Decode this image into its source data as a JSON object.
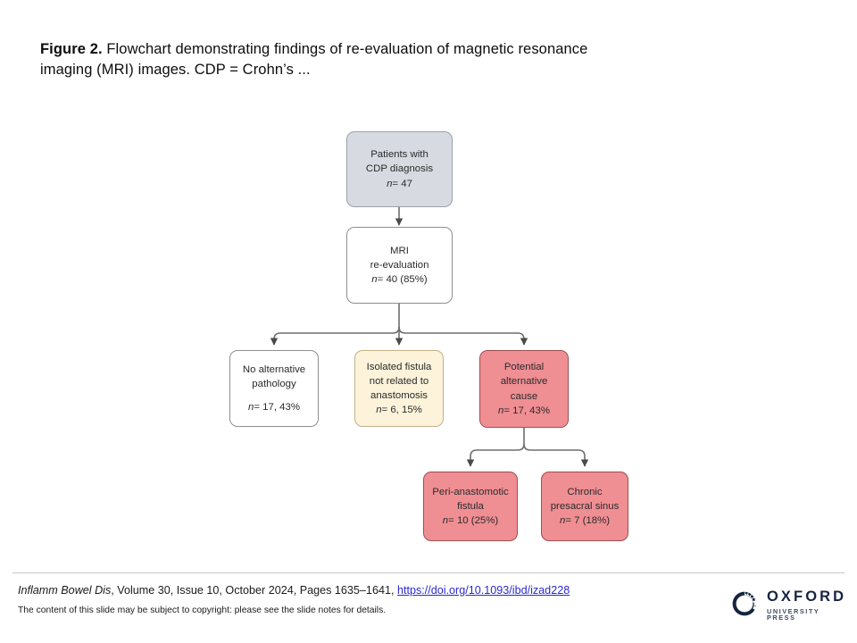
{
  "caption": {
    "label": "Figure 2.",
    "text": " Flowchart demonstrating findings of re-evaluation of magnetic resonance imaging (MRI) images. CDP = Crohn’s ..."
  },
  "chart_data": {
    "type": "diagram",
    "title": "Flowchart demonstrating findings of re-evaluation of magnetic resonance imaging (MRI) images",
    "nodes": [
      {
        "id": "cdp",
        "lines": [
          "Patients with",
          "CDP diagnosis"
        ],
        "value": "n= 47",
        "n": 47,
        "percent": null,
        "fill": "#d7dae1",
        "border": "#9aa1ab",
        "level": 0
      },
      {
        "id": "mri",
        "lines": [
          "MRI",
          "re-evaluation"
        ],
        "value": "n= 40 (85%)",
        "n": 40,
        "percent": 85,
        "fill": "#ffffff",
        "border": "#8f8f8f",
        "level": 1
      },
      {
        "id": "no-alt-pathology",
        "lines": [
          "No alternative",
          "pathology"
        ],
        "value": "n= 17, 43%",
        "n": 17,
        "percent": 43,
        "fill": "#ffffff",
        "border": "#8f8f8f",
        "level": 2
      },
      {
        "id": "isolated-fistula",
        "lines": [
          "Isolated fistula",
          "not related to",
          "anastomosis"
        ],
        "value": "n= 6, 15%",
        "n": 6,
        "percent": 15,
        "fill": "#fcf3da",
        "border": "#c2b089",
        "level": 2
      },
      {
        "id": "potential-alternative-cause",
        "lines": [
          "Potential",
          "alternative",
          "cause"
        ],
        "value": "n= 17, 43%",
        "n": 17,
        "percent": 43,
        "fill": "#ef8e93",
        "border": "#9c4f53",
        "level": 2
      },
      {
        "id": "peri-anastomotic-fistula",
        "lines": [
          "Peri-anastomotic",
          "fistula"
        ],
        "value": "n= 10 (25%)",
        "n": 10,
        "percent": 25,
        "fill": "#ef8e93",
        "border": "#9c4f53",
        "level": 3
      },
      {
        "id": "chronic-presacral-sinus",
        "lines": [
          "Chronic",
          "presacral sinus"
        ],
        "value": "n= 7 (18%)",
        "n": 7,
        "percent": 18,
        "fill": "#ef8e93",
        "border": "#9c4f53",
        "level": 3
      }
    ],
    "edges": [
      {
        "from": "cdp",
        "to": "mri"
      },
      {
        "from": "mri",
        "to": "no-alt-pathology"
      },
      {
        "from": "mri",
        "to": "isolated-fistula"
      },
      {
        "from": "mri",
        "to": "potential-alternative-cause"
      },
      {
        "from": "potential-alternative-cause",
        "to": "peri-anastomotic-fistula"
      },
      {
        "from": "potential-alternative-cause",
        "to": "chronic-presacral-sinus"
      }
    ]
  },
  "nodes": {
    "cdp": {
      "line1": "Patients with",
      "line2": "CDP diagnosis",
      "value_prefix": "n",
      "value": "= 47"
    },
    "mri": {
      "line1": "MRI",
      "line2": "re-evaluation",
      "value_prefix": "n",
      "value": "= 40 (85%)"
    },
    "no_alt_pathology": {
      "line1": "No alternative",
      "line2": "pathology",
      "value_prefix": "n",
      "value": "= 17, 43%"
    },
    "isolated_fistula": {
      "line1": "Isolated fistula",
      "line2": "not related to",
      "line3": "anastomosis",
      "value_prefix": "n",
      "value": "= 6, 15%"
    },
    "potential_cause": {
      "line1": "Potential",
      "line2": "alternative",
      "line3": "cause",
      "value_prefix": "n",
      "value": "= 17, 43%"
    },
    "peri_fistula": {
      "line1": "Peri-anastomotic",
      "line2": "fistula",
      "value_prefix": "n",
      "value": "= 10 (25%)"
    },
    "presacral_sinus": {
      "line1": "Chronic",
      "line2": "presacral sinus",
      "value_prefix": "n",
      "value": "= 7 (18%)"
    }
  },
  "footer": {
    "journal": "Inflamm Bowel Dis",
    "citation": ", Volume 30, Issue 10, October 2024, Pages 1635–1641, ",
    "doi": "https://doi.org/10.1093/ibd/izad228",
    "copyright": "The content of this slide may be subject to copyright: please see the slide notes for details."
  },
  "logo": {
    "main": "OXFORD",
    "sub": "UNIVERSITY PRESS"
  },
  "colors": {
    "gray_fill": "#d7dae1",
    "cream_fill": "#fcf3da",
    "red_fill": "#ef8e93",
    "link": "#2a2ad0",
    "logo_navy": "#152440"
  }
}
